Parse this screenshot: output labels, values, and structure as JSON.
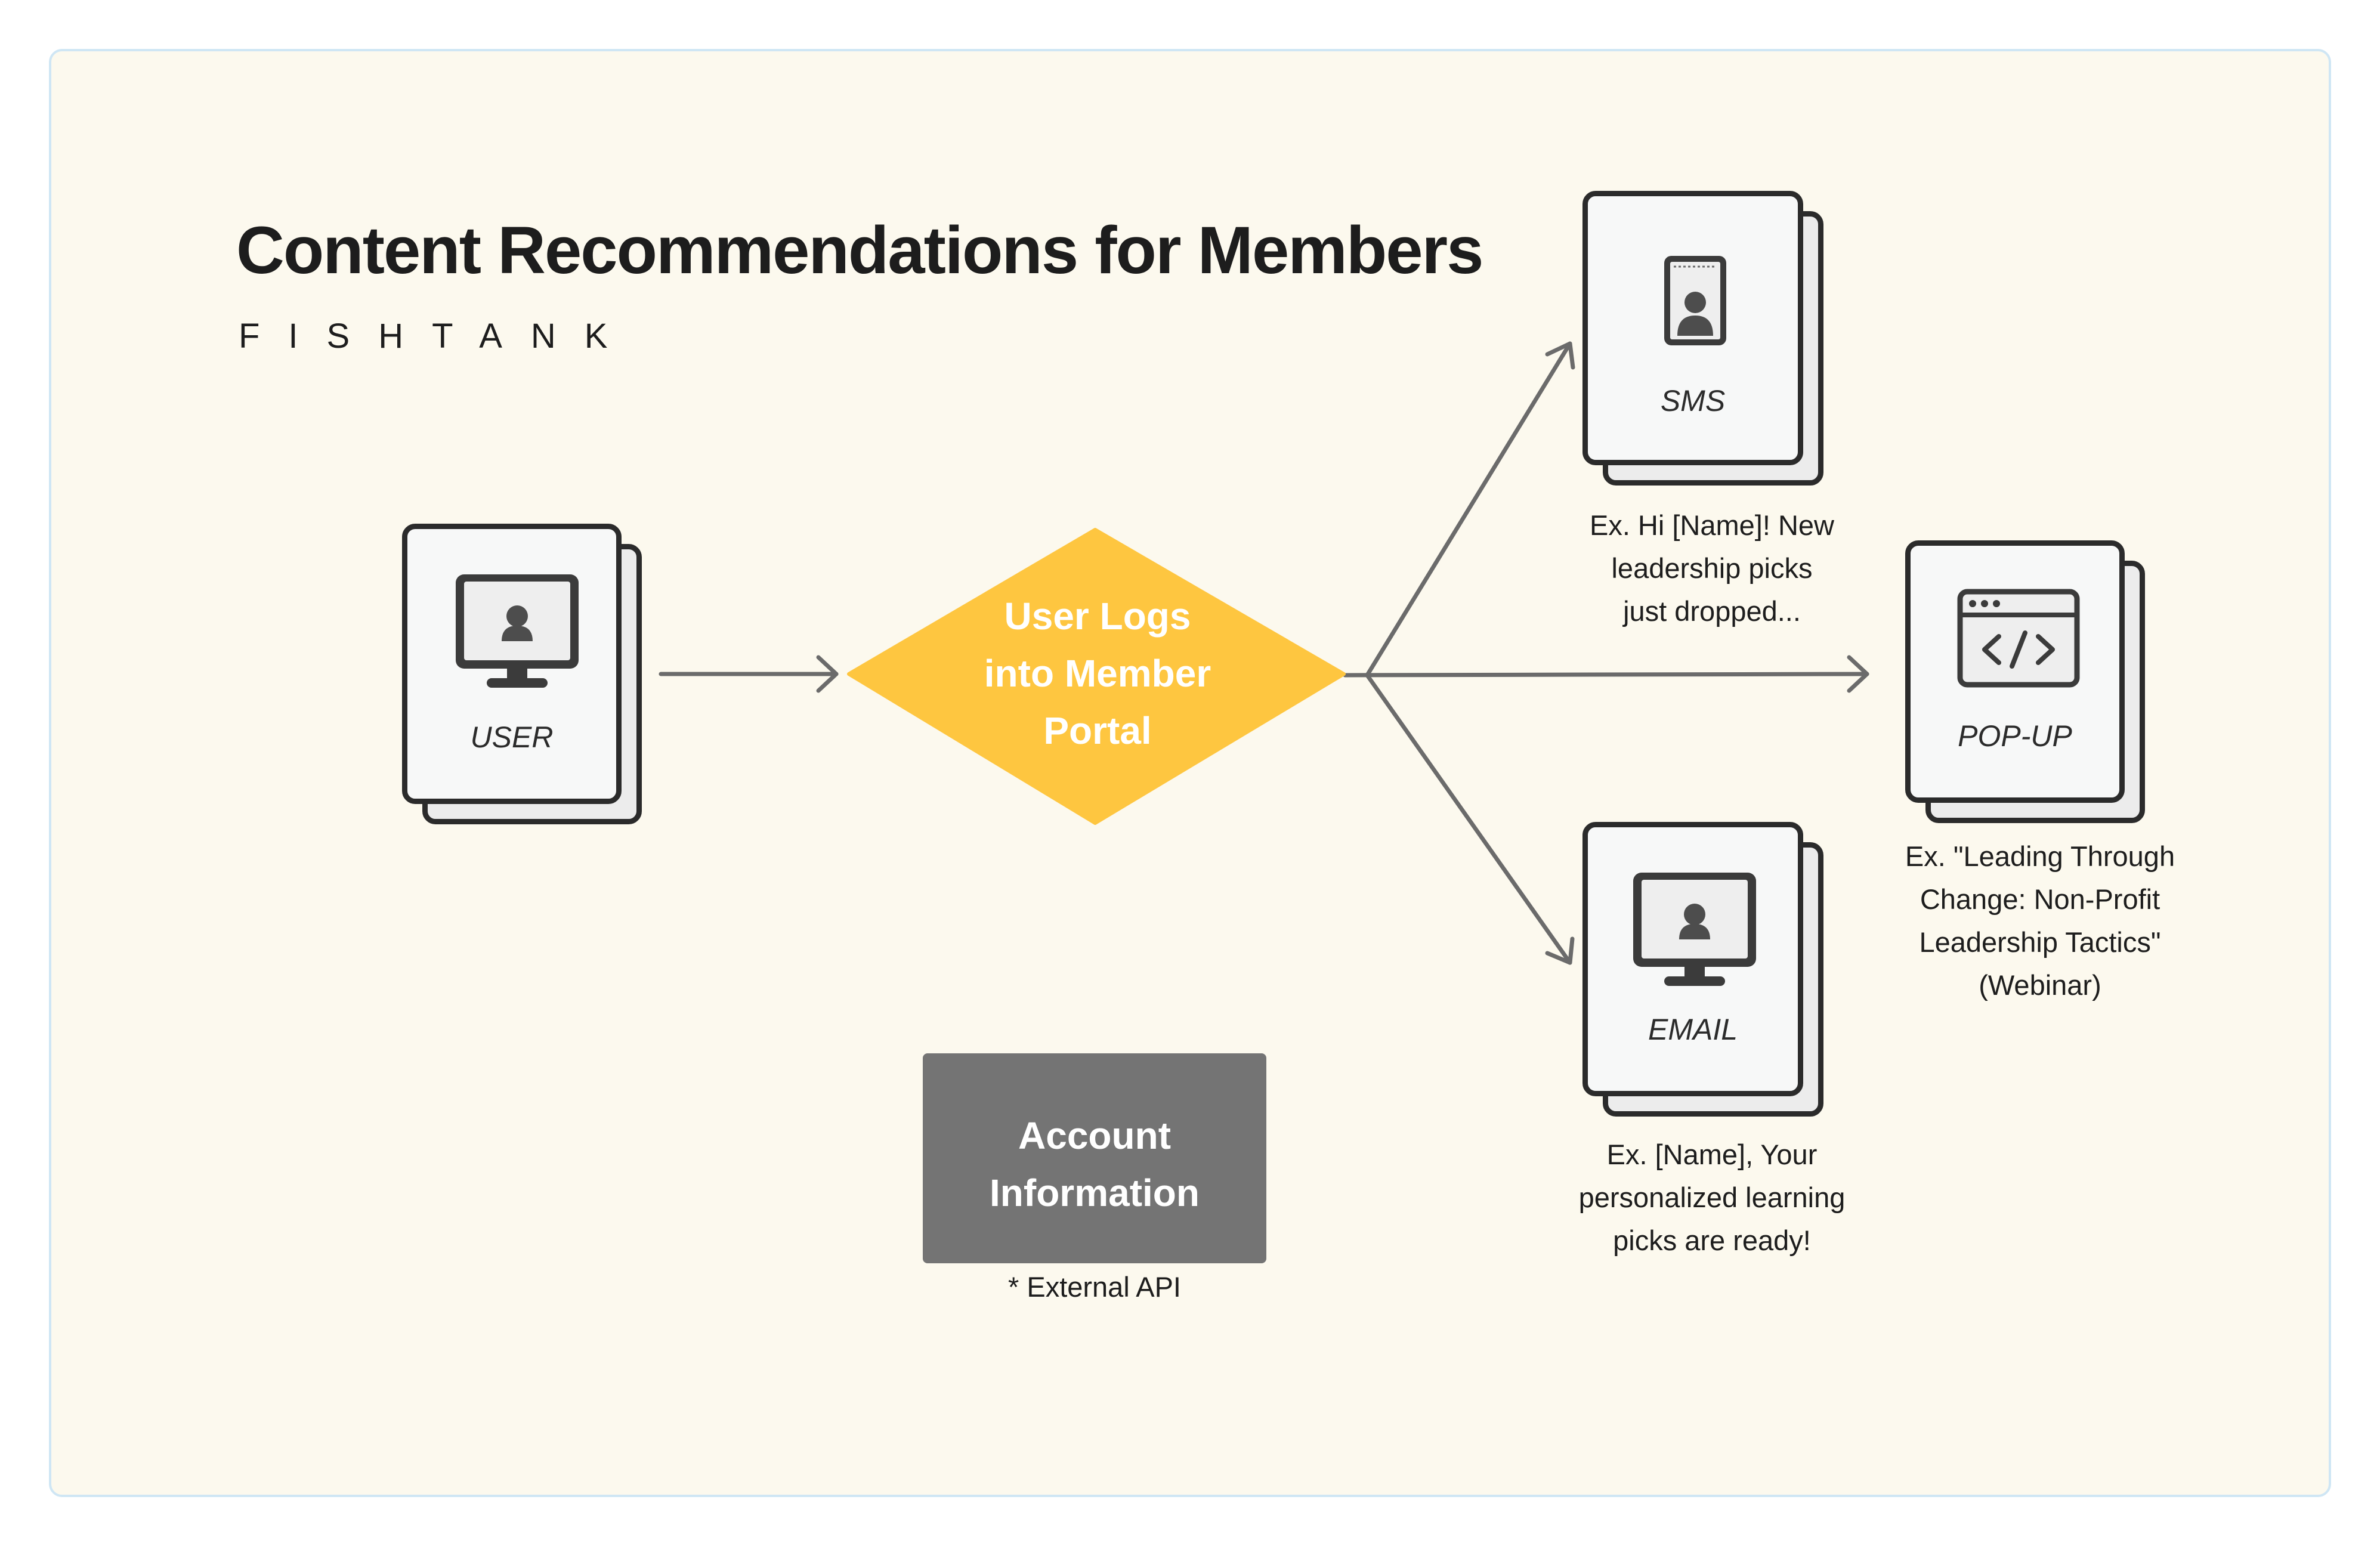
{
  "title": "Content Recommendations for Members",
  "brand": "FISHTANK",
  "colors": {
    "background": "#fcf9ee",
    "panel_border": "#cfe6f4",
    "decision": "#fec640",
    "external": "#747474",
    "stroke": "#2b2b2b",
    "arrow": "#6b6b6b"
  },
  "nodes": {
    "user": {
      "label": "USER",
      "icon": "monitor-user-icon"
    },
    "decision": {
      "lines": [
        "User Logs",
        "into Member",
        "Portal"
      ]
    },
    "account": {
      "lines": [
        "Account",
        "Information"
      ],
      "note": "* External API"
    },
    "sms": {
      "label": "SMS",
      "icon": "phone-user-icon",
      "desc": [
        "Ex. Hi [Name]! New",
        "leadership picks",
        "just dropped..."
      ]
    },
    "popup": {
      "label": "POP-UP",
      "icon": "code-window-icon",
      "desc": [
        "Ex. \"Leading Through",
        "Change: Non-Profit",
        "Leadership Tactics\"",
        "(Webinar)"
      ]
    },
    "email": {
      "label": "EMAIL",
      "icon": "monitor-user-icon",
      "desc": [
        "Ex. [Name], Your",
        "personalized learning",
        "picks are ready!"
      ]
    }
  }
}
